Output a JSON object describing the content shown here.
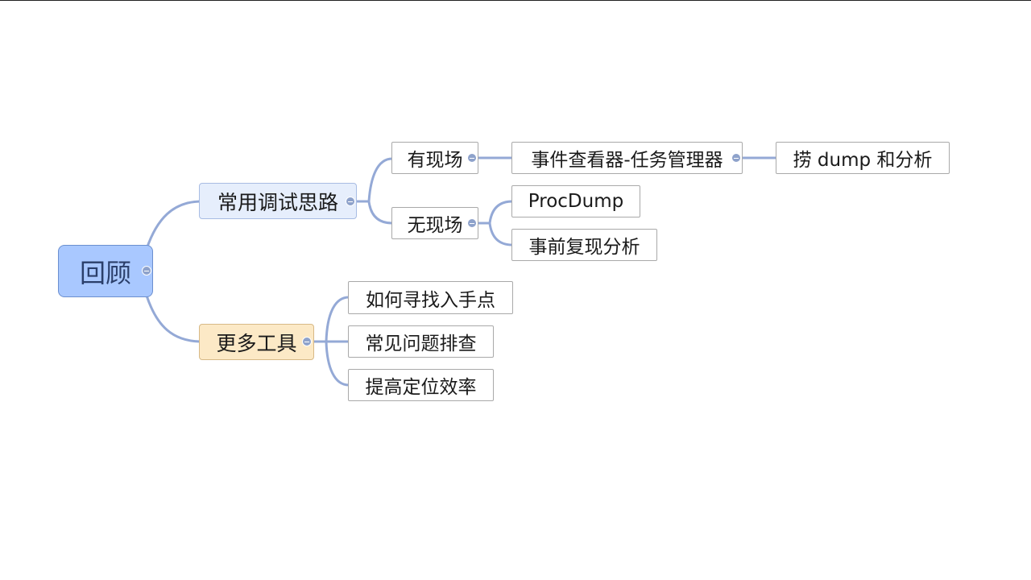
{
  "mindmap": {
    "root": {
      "label": "回顾"
    },
    "branch_1": {
      "label": "常用调试思路",
      "child_1": {
        "label": "有现场",
        "child": {
          "label": "事件查看器-任务管理器",
          "child": {
            "label": "捞 dump 和分析"
          }
        }
      },
      "child_2": {
        "label": "无现场",
        "items": [
          {
            "label": "ProcDump"
          },
          {
            "label": "事前复现分析"
          }
        ]
      }
    },
    "branch_2": {
      "label": "更多工具",
      "items": [
        {
          "label": "如何寻找入手点"
        },
        {
          "label": "常见问题排查"
        },
        {
          "label": "提高定位效率"
        }
      ]
    }
  },
  "colors": {
    "link": "#94a9d6",
    "root_fill": "#a9c8ff",
    "branch_1_fill": "#e6eefc",
    "branch_2_fill": "#fce9c6"
  },
  "icons": {
    "collapse": "minus-circle-icon"
  }
}
